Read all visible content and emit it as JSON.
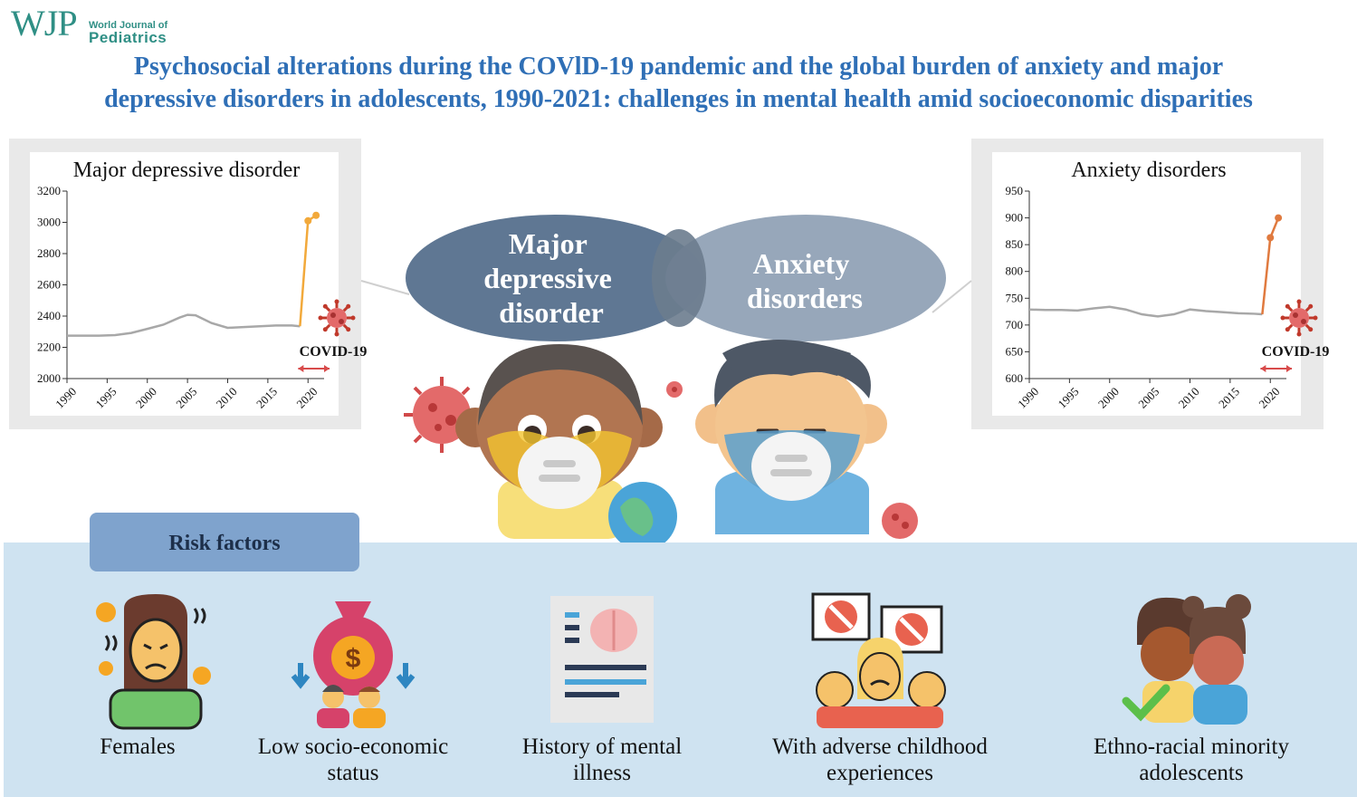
{
  "header": {
    "logo_mark": "WJP",
    "logo_line1": "World Journal of",
    "logo_line2": "Pediatrics",
    "title_line1": "Psychosocial alterations during the COVlD-19 pandemic and the global burden of anxiety and major",
    "title_line2": "depressive disorders in adolescents, 1990-2021: challenges in mental health amid socioeconomic disparities"
  },
  "center": {
    "bubble_left_lines": [
      "Major",
      "depressive",
      "disorder"
    ],
    "bubble_right_lines": [
      "Anxiety",
      "disorders"
    ]
  },
  "chart_data": [
    {
      "type": "line",
      "title": "Major depressive disorder",
      "xlabel": "",
      "ylabel": "",
      "x": [
        1990,
        1992,
        1994,
        1996,
        1998,
        2000,
        2002,
        2004,
        2005,
        2006,
        2008,
        2010,
        2012,
        2014,
        2016,
        2018,
        2019
      ],
      "series": [
        {
          "values": [
            2275,
            2275,
            2275,
            2278,
            2292,
            2318,
            2345,
            2390,
            2408,
            2405,
            2355,
            2325,
            2330,
            2335,
            2340,
            2340,
            2335
          ],
          "color": "#a8a8a8"
        }
      ],
      "covid_series": {
        "x": [
          2019,
          2020,
          2021
        ],
        "values": [
          2335,
          3010,
          3045
        ],
        "color": "#f2a93b"
      },
      "xticks": [
        1990,
        1995,
        2000,
        2005,
        2010,
        2015,
        2020
      ],
      "yticks": [
        2000,
        2200,
        2400,
        2600,
        2800,
        3000,
        3200
      ],
      "xlim": [
        1990,
        2022
      ],
      "ylim": [
        2000,
        3200
      ],
      "annotation": "COVID-19",
      "grid": false
    },
    {
      "type": "line",
      "title": "Anxiety disorders",
      "xlabel": "",
      "ylabel": "",
      "x": [
        1990,
        1992,
        1994,
        1996,
        1998,
        2000,
        2002,
        2004,
        2006,
        2008,
        2010,
        2012,
        2014,
        2016,
        2018,
        2019
      ],
      "series": [
        {
          "values": [
            729,
            728,
            728,
            727,
            731,
            734,
            729,
            720,
            716,
            720,
            729,
            726,
            724,
            722,
            721,
            720
          ],
          "color": "#a8a8a8"
        }
      ],
      "covid_series": {
        "x": [
          2019,
          2020,
          2021
        ],
        "values": [
          720,
          863,
          900
        ],
        "color": "#e07a3f"
      },
      "xticks": [
        1990,
        1995,
        2000,
        2005,
        2010,
        2015,
        2020
      ],
      "yticks": [
        600,
        650,
        700,
        750,
        800,
        850,
        900,
        950
      ],
      "xlim": [
        1990,
        2022
      ],
      "ylim": [
        600,
        950
      ],
      "annotation": "COVID-19",
      "grid": false
    }
  ],
  "risk": {
    "tab_label": "Risk factors",
    "items": [
      {
        "lines": [
          "Females"
        ],
        "icon": "distressed-female-icon"
      },
      {
        "lines": [
          "Low socio-economic",
          "status"
        ],
        "icon": "money-bag-down-icon"
      },
      {
        "lines": [
          "History of mental",
          "illness"
        ],
        "icon": "medical-report-brain-icon"
      },
      {
        "lines": [
          "With adverse childhood",
          "experiences"
        ],
        "icon": "protest-signs-icon"
      },
      {
        "lines": [
          "Ethno-racial minority",
          "adolescents"
        ],
        "icon": "two-children-icon"
      }
    ]
  },
  "colors": {
    "title": "#2f6fb6",
    "bubble_left": "#5f7793",
    "bubble_right": "#8e9fb4",
    "risk_panel": "#cfe3f1",
    "risk_tab": "#7fa3cd",
    "covid_red": "#d84b4b"
  }
}
